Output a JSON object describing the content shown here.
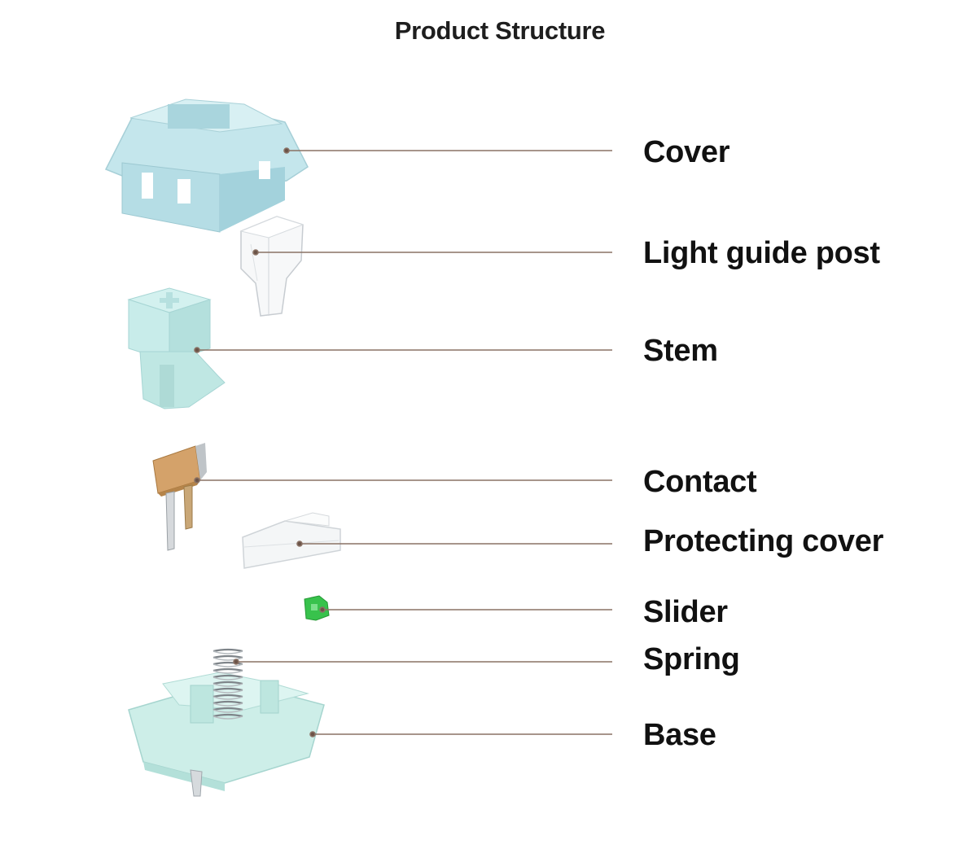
{
  "title": "Product Structure",
  "colors": {
    "leader_line": "#8a7265",
    "housing_blue": "#bfe4ea",
    "stem_blue": "#c6ebe8",
    "base_mint": "#cdeee8",
    "contact_copper": "#cf9a62",
    "slider_green": "#35c24a"
  },
  "parts": [
    {
      "id": "cover",
      "label": "Cover"
    },
    {
      "id": "light-guide-post",
      "label": "Light guide post"
    },
    {
      "id": "stem",
      "label": "Stem"
    },
    {
      "id": "contact",
      "label": "Contact"
    },
    {
      "id": "protecting-cover",
      "label": "Protecting cover"
    },
    {
      "id": "slider",
      "label": "Slider"
    },
    {
      "id": "spring",
      "label": "Spring"
    },
    {
      "id": "base",
      "label": "Base"
    }
  ]
}
